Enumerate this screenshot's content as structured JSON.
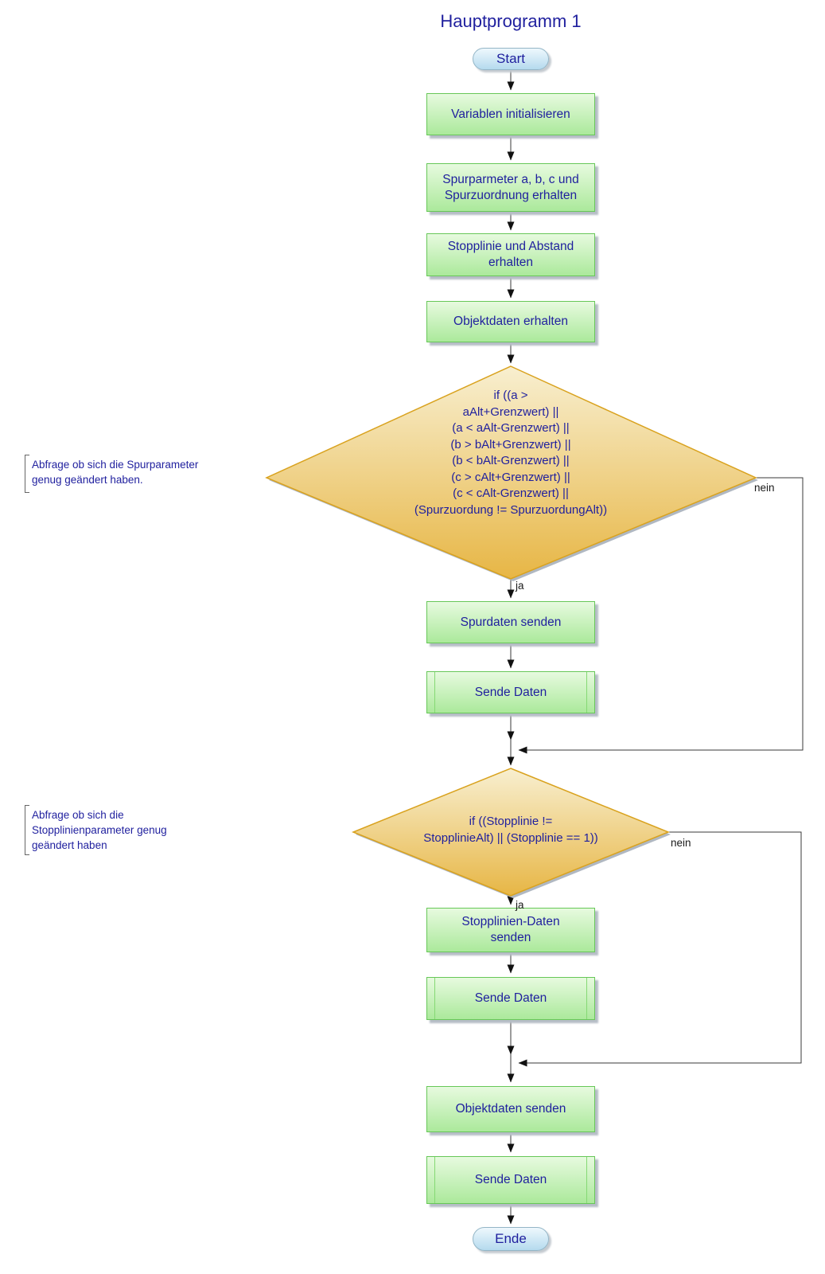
{
  "title": "Hauptprogramm 1",
  "labels": {
    "yes": "ja",
    "no": "nein"
  },
  "nodes": {
    "start": "Start",
    "init": "Variablen initialisieren",
    "spur_params": "Spurparmeter a, b, c und\nSpurzuordnung erhalten",
    "stopplinie_abstand": "Stopplinie und Abstand\nerhalten",
    "objektdaten_erhalten": "Objektdaten erhalten",
    "decision_spur": "if ((a >\naAlt+Grenzwert) ||\n(a < aAlt-Grenzwert) ||\n(b > bAlt+Grenzwert) ||\n(b < bAlt-Grenzwert) ||\n(c > cAlt+Grenzwert) ||\n(c < cAlt-Grenzwert) ||\n(Spurzuordung != SpurzuordungAlt))",
    "spurdaten_senden": "Spurdaten senden",
    "sende_daten": "Sende Daten",
    "decision_stopplinie": "if ((Stopplinie !=\nStopplinieAlt) || (Stopplinie == 1))",
    "stopplinien_daten_senden": "Stopplinien-Daten\nsenden",
    "objektdaten_senden": "Objektdaten senden",
    "ende": "Ende"
  },
  "annotations": {
    "spur": "Abfrage ob sich die Spurparameter\ngenug geändert haben.",
    "stopplinie": "Abfrage ob sich die\nStopplinienparameter genug\ngeändert haben"
  },
  "colors": {
    "node_text": "#1f1f9e",
    "process_fill_top": "#e7fadf",
    "process_fill_bottom": "#abe99b",
    "process_border": "#67c758",
    "decision_fill_top": "#f8efd0",
    "decision_fill_bottom": "#e7b645",
    "decision_border": "#d9a21e",
    "terminator_fill_top": "#eef8fd",
    "terminator_fill_bottom": "#b5daee",
    "terminator_border": "#93b5c6",
    "connector": "#3a3a3a",
    "branch_label_text": "#1a1a1a"
  }
}
